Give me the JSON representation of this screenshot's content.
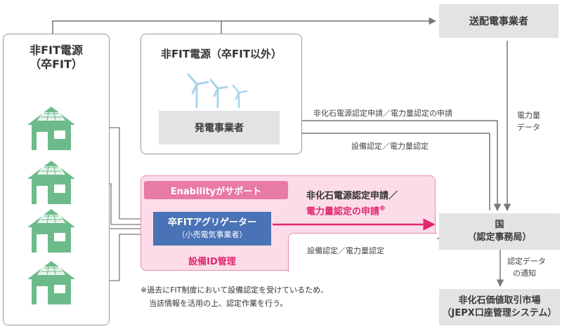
{
  "colors": {
    "house_green": "#6dbb8a",
    "pink_bg": "#fbdce8",
    "pink_border": "#e88db0",
    "pink_accent": "#e0286e",
    "blue_box": "#4a72b6",
    "gray_box": "#e3e3e3",
    "line_gray": "#777777"
  },
  "left_panel": {
    "title_line1": "非FIT電源",
    "title_line2": "（卒FIT）"
  },
  "generator_panel": {
    "title": "非FIT電源（卒FIT以外）",
    "box": "発電事業者"
  },
  "transmission": {
    "box": "送配電事業者"
  },
  "government": {
    "line1": "国",
    "line2": "（認定事務局）"
  },
  "market": {
    "line1": "非化石価値取引市場",
    "line2": "（JEPX口座管理システム）"
  },
  "support": {
    "badge": "Enabilityがサポート",
    "aggregator_line1": "卒FITアグリゲーター",
    "aggregator_line2": "（小売電気事業者）",
    "id_management": "設備ID管理"
  },
  "arrows": {
    "gen_to_gov": "非化石電源認定申請／電力量認定の申請",
    "gov_to_gen": "設備認定／電力量認定",
    "agg_to_gov_line1": "非化石電源認定申請／",
    "agg_to_gov_line2": "電力量認定の申請",
    "agg_to_gov_mark": "※",
    "gov_to_agg": "設備認定／電力量認定",
    "tx_to_gov_line1": "電力量",
    "tx_to_gov_line2": "データ",
    "gov_to_market_line1": "認定データ",
    "gov_to_market_line2": "の通知"
  },
  "footnote": {
    "line1": "※過去にFIT制度において設備認定を受けているため、",
    "line2": "当該情報を活用の上、認定作業を行う。"
  },
  "icons": [
    "house-solar-icon",
    "wind-turbine-icon"
  ]
}
